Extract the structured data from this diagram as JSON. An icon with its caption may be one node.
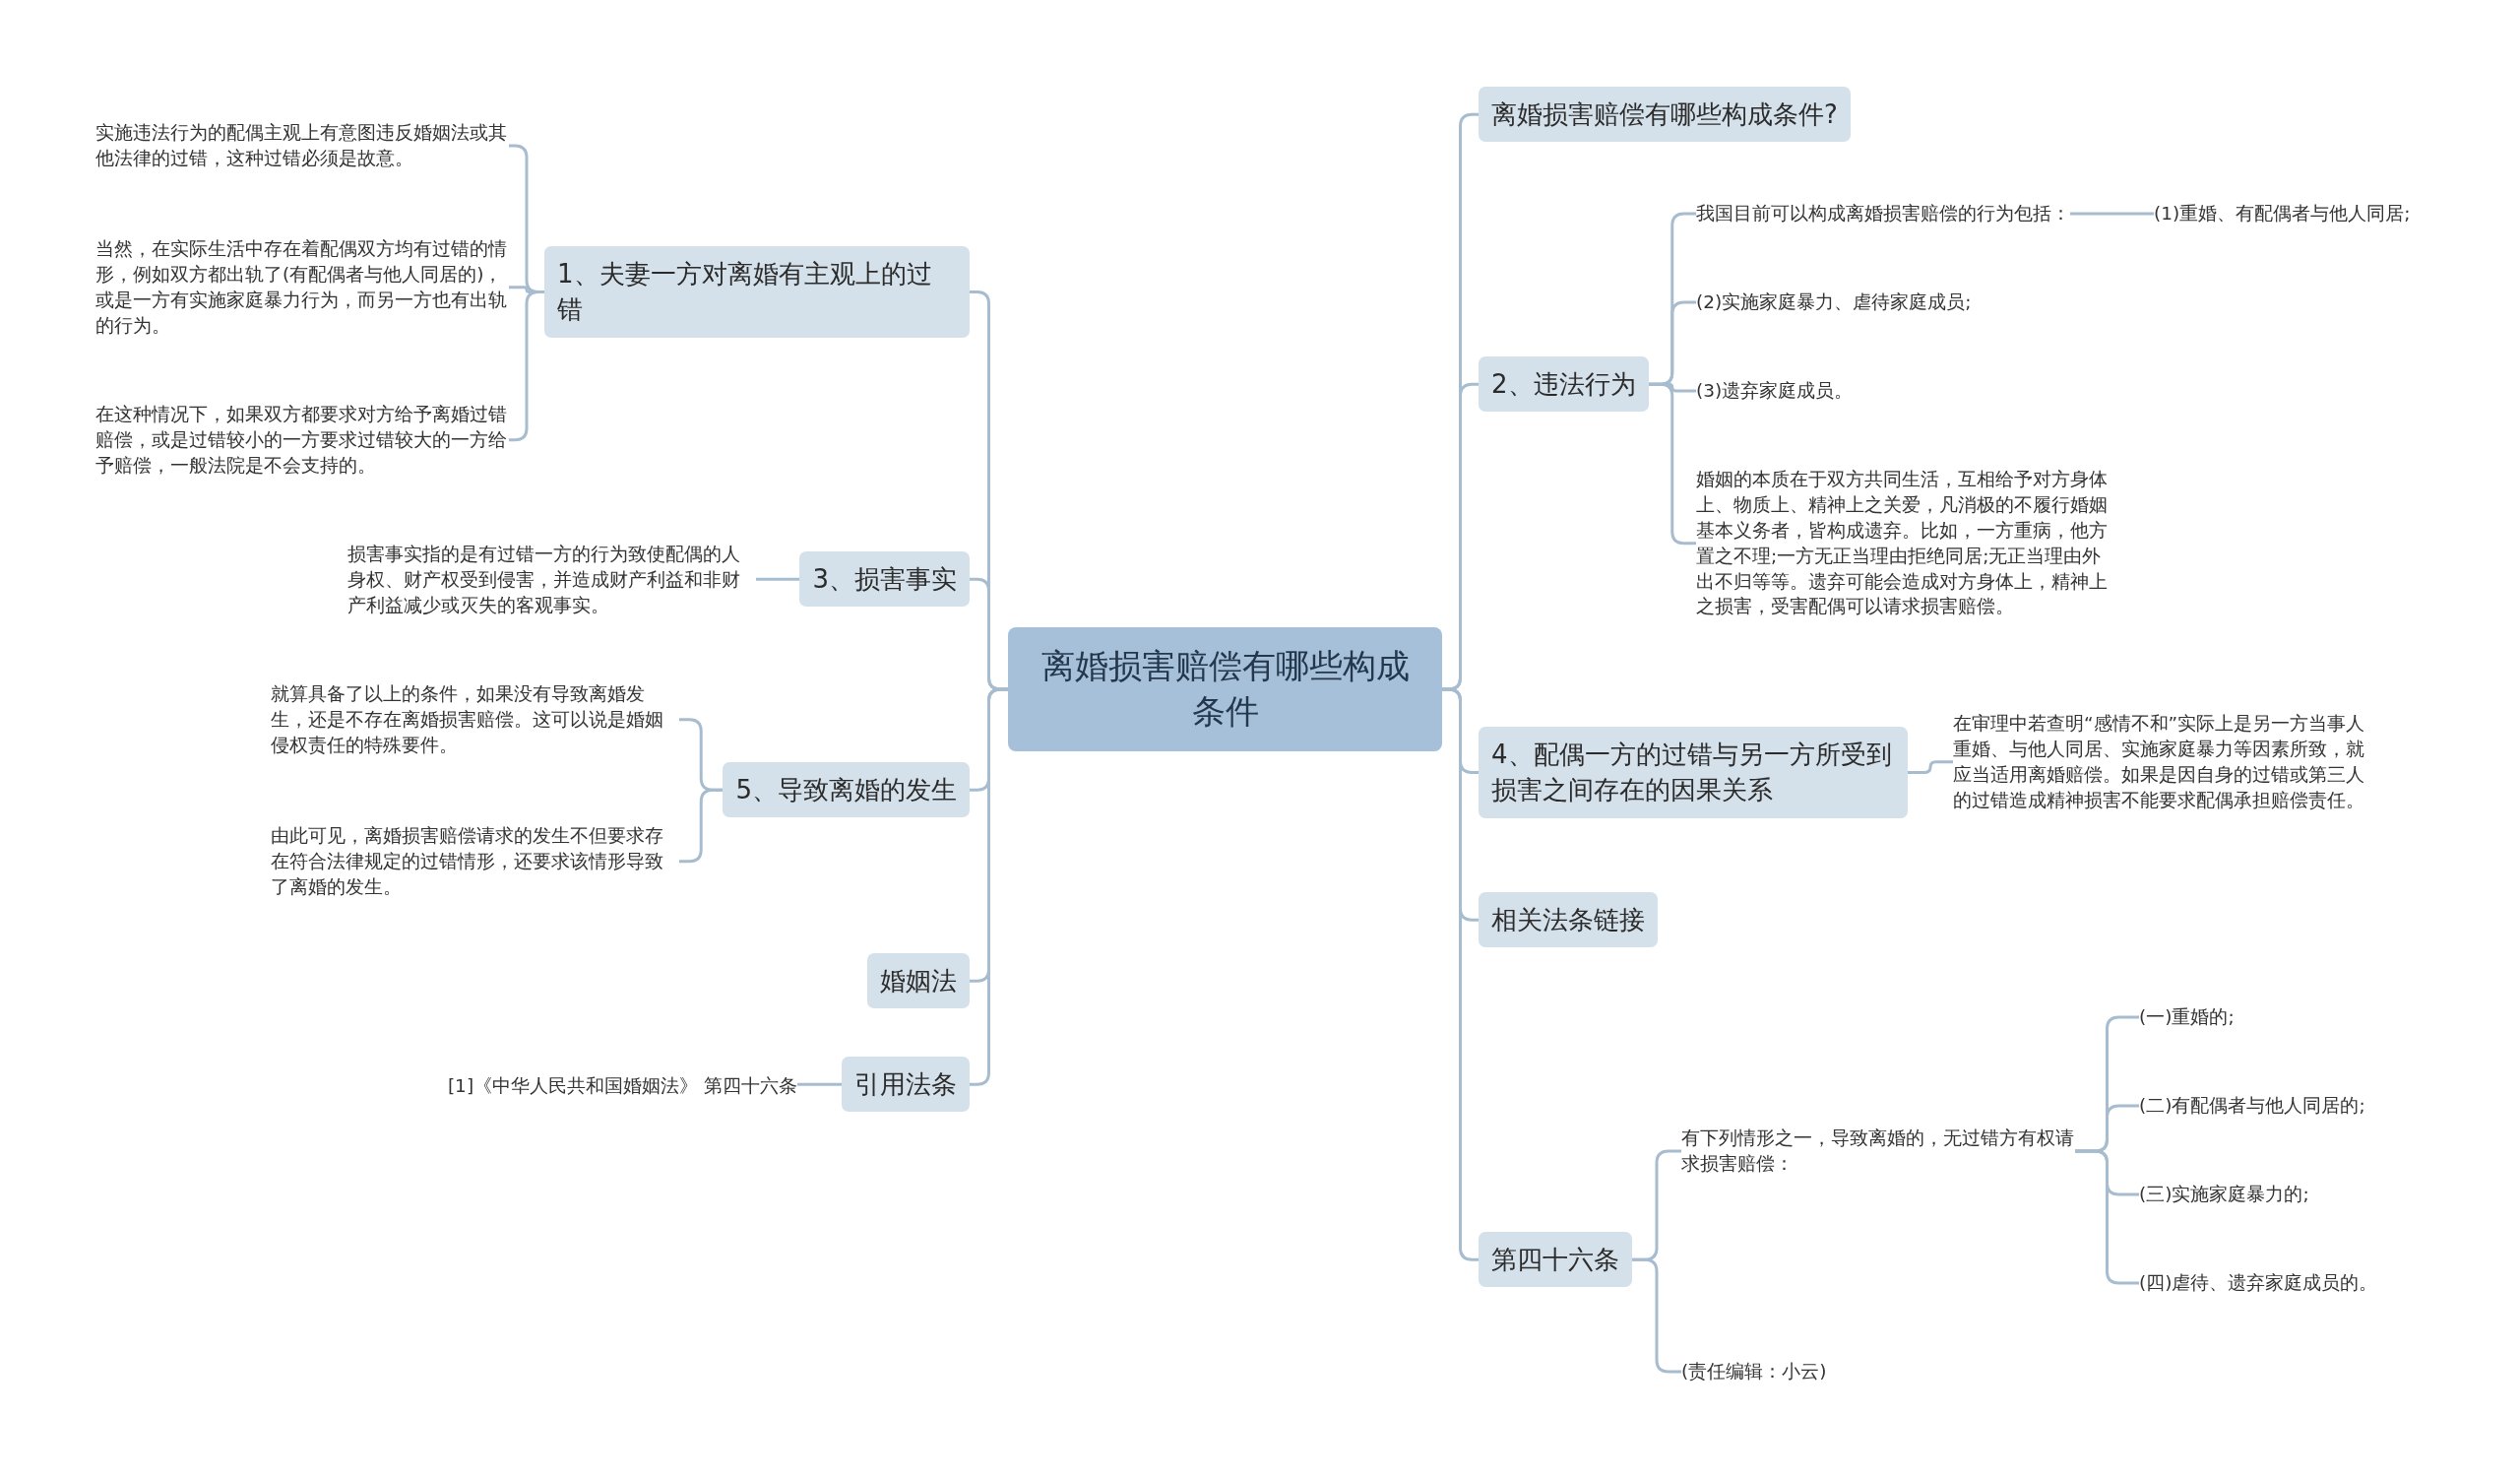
{
  "diagram": {
    "nodes": [
      {
        "text": [
          "离婚损害赔偿有哪些构成条件"
        ]
      },
      {
        "text": [
          "1、夫妻一方对离婚有主观上的过错"
        ]
      },
      {
        "text": [
          "实施违法行为的配偶主观上有意图违反婚姻法或其他法律的过错，这种过错必须是故意。"
        ]
      },
      {
        "text": [
          "当然，在实际生活中存在着配偶双方均有过错的情形，例如双方都出轨了(有配偶者与他人同居的)，或是一方有实施家庭暴力行为，而另一方也有出轨的行为。"
        ]
      },
      {
        "text": [
          "在这种情况下，如果双方都要求对方给予离婚过错赔偿，或是过错较小的一方要求过错较大的一方给予赔偿，一般法院是不会支持的。"
        ]
      },
      {
        "text": [
          "3、损害事实"
        ]
      },
      {
        "text": [
          "损害事实指的是有过错一方的行为致使配偶的人身权、财产权受到侵害，并造成财产利益和非财产利益减少或灭失的客观事实。"
        ]
      },
      {
        "text": [
          "5、导致离婚的发生"
        ]
      },
      {
        "text": [
          "就算具备了以上的条件，如果没有导致离婚发生，还是不存在离婚损害赔偿。这可以说是婚姻侵权责任的特殊要件。"
        ]
      },
      {
        "text": [
          "由此可见，离婚损害赔偿请求的发生不但要求存在符合法律规定的过错情形，还要求该情形导致了离婚的发生。"
        ]
      },
      {
        "text": [
          "婚姻法"
        ]
      },
      {
        "text": [
          "引用法条"
        ]
      },
      {
        "text": [
          "[1]《中华人民共和国婚姻法》 第四十六条"
        ]
      },
      {
        "text": [
          "离婚损害赔偿有哪些构成条件?"
        ]
      },
      {
        "text": [
          "2、违法行为"
        ]
      },
      {
        "text": [
          "我国目前可以构成离婚损害赔偿的行为包括："
        ]
      },
      {
        "text": [
          "(1)重婚、有配偶者与他人同居;"
        ]
      },
      {
        "text": [
          "(2)实施家庭暴力、虐待家庭成员;"
        ]
      },
      {
        "text": [
          "(3)遗弃家庭成员。"
        ]
      },
      {
        "text": [
          "婚姻的本质在于双方共同生活，互相给予对方身体上、物质上、精神上之关爱，凡消极的不履行婚姻基本义务者，皆构成遗弃。比如，一方重病，他方置之不理;一方无正当理由拒绝同居;无正当理由外出不归等等。遗弃可能会造成对方身体上，精神上之损害，受害配偶可以请求损害赔偿。"
        ]
      },
      {
        "text": [
          "4、配偶一方的过错与另一方所受到损害之间存在的因果关系"
        ]
      },
      {
        "text": [
          "在审理中若查明“感情不和”实际上是另一方当事人重婚、与他人同居、实施家庭暴力等因素所致，就应当适用离婚赔偿。如果是因自身的过错或第三人的过错造成精神损害不能要求配偶承担赔偿责任。"
        ]
      },
      {
        "text": [
          "相关法条链接"
        ]
      },
      {
        "text": [
          "第四十六条"
        ]
      },
      {
        "text": [
          "有下列情形之一，导致离婚的，无过错方有权请求损害赔偿："
        ]
      },
      {
        "text": [
          "(一)重婚的;"
        ]
      },
      {
        "text": [
          "(二)有配偶者与他人同居的;"
        ]
      },
      {
        "text": [
          "(三)实施家庭暴力的;"
        ]
      },
      {
        "text": [
          "(四)虐待、遗弃家庭成员的。"
        ]
      },
      {
        "text": [
          "(责任编辑：小云)"
        ]
      }
    ],
    "edges": [
      {
        "from": 0,
        "to": 1,
        "arrow": "none"
      },
      {
        "from": 1,
        "to": 2,
        "arrow": "none"
      },
      {
        "from": 1,
        "to": 3,
        "arrow": "none"
      },
      {
        "from": 1,
        "to": 4,
        "arrow": "none"
      },
      {
        "from": 0,
        "to": 5,
        "arrow": "none"
      },
      {
        "from": 5,
        "to": 6,
        "arrow": "none"
      },
      {
        "from": 0,
        "to": 7,
        "arrow": "none"
      },
      {
        "from": 7,
        "to": 8,
        "arrow": "none"
      },
      {
        "from": 7,
        "to": 9,
        "arrow": "none"
      },
      {
        "from": 0,
        "to": 10,
        "arrow": "none"
      },
      {
        "from": 0,
        "to": 11,
        "arrow": "none"
      },
      {
        "from": 11,
        "to": 12,
        "arrow": "none"
      },
      {
        "from": 0,
        "to": 13,
        "arrow": "none"
      },
      {
        "from": 0,
        "to": 14,
        "arrow": "none"
      },
      {
        "from": 14,
        "to": 15,
        "arrow": "none"
      },
      {
        "from": 15,
        "to": 16,
        "arrow": "none"
      },
      {
        "from": 14,
        "to": 17,
        "arrow": "none"
      },
      {
        "from": 14,
        "to": 18,
        "arrow": "none"
      },
      {
        "from": 14,
        "to": 19,
        "arrow": "none"
      },
      {
        "from": 0,
        "to": 20,
        "arrow": "none"
      },
      {
        "from": 20,
        "to": 21,
        "arrow": "none"
      },
      {
        "from": 0,
        "to": 22,
        "arrow": "none"
      },
      {
        "from": 0,
        "to": 23,
        "arrow": "none"
      },
      {
        "from": 23,
        "to": 24,
        "arrow": "none"
      },
      {
        "from": 24,
        "to": 25,
        "arrow": "none"
      },
      {
        "from": 24,
        "to": 26,
        "arrow": "none"
      },
      {
        "from": 24,
        "to": 27,
        "arrow": "none"
      },
      {
        "from": 24,
        "to": 28,
        "arrow": "none"
      },
      {
        "from": 23,
        "to": 29,
        "arrow": "none"
      }
    ]
  }
}
